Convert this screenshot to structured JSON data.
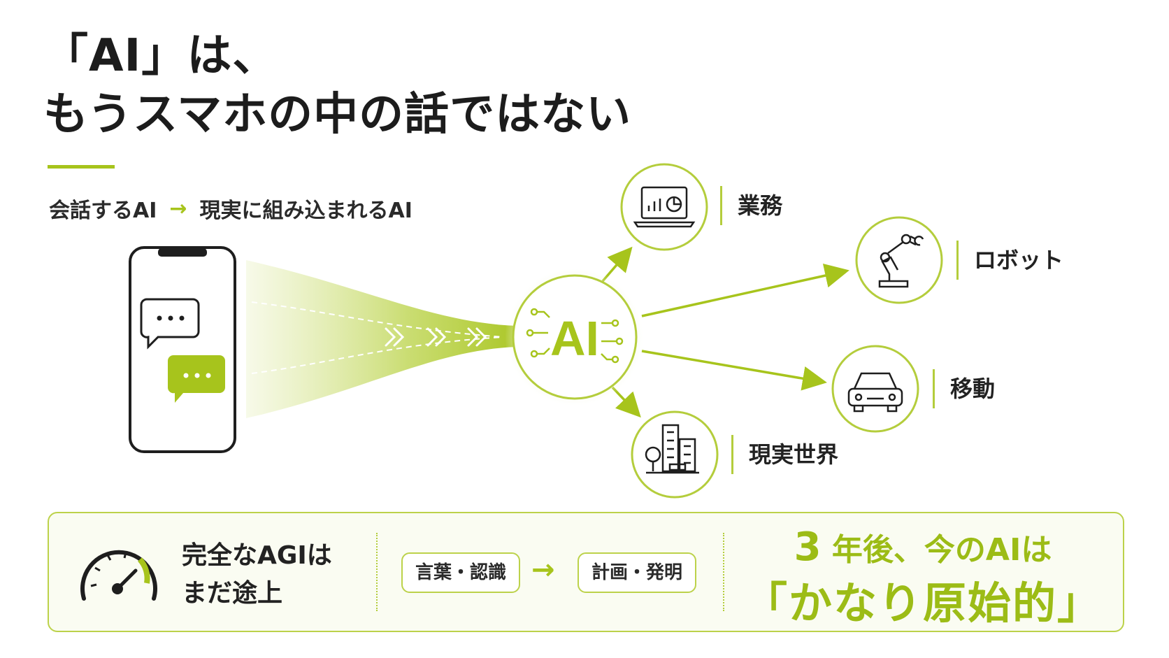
{
  "title": {
    "line1": "「AI」は、",
    "line2": "もうスマホの中の話ではない"
  },
  "subtitle": {
    "from": "会話するAI",
    "arrow": "→",
    "to": "現実に組み込まれるAI"
  },
  "hub": {
    "label": "AI"
  },
  "nodes": [
    {
      "label": "業務",
      "icon": "laptop-chart-icon"
    },
    {
      "label": "ロボット",
      "icon": "robot-arm-icon"
    },
    {
      "label": "移動",
      "icon": "car-icon"
    },
    {
      "label": "現実世界",
      "icon": "city-buildings-icon"
    }
  ],
  "phone": {
    "icons": [
      "speech-bubble-outline-icon",
      "speech-bubble-filled-icon"
    ]
  },
  "bottom": {
    "agi_line1": "完全なAGIは",
    "agi_line2": "まだ途上",
    "gauge_icon": "speedometer-icon",
    "step1": "言葉・認識",
    "step_arrow": "→",
    "step2": "計画・発明",
    "future_num": "3",
    "future_line1": "年後、今のAIは",
    "future_line2": "「かなり原始的」"
  },
  "colors": {
    "accent": "#a7c41c",
    "accent_light": "#c9dc6a",
    "text": "#1e1e1e",
    "panel_bg": "#fafcf2"
  }
}
